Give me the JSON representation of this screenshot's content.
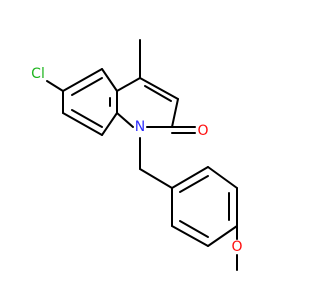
{
  "molecule": {
    "atoms": {
      "chlorine": {
        "text": "Cl",
        "color": "#1fb51f"
      },
      "ring_nitrogen": {
        "text": "N",
        "color": "#2f2fff"
      },
      "carbonyl_oxygen": {
        "text": "O",
        "color": "#ff0d0d"
      },
      "ether_oxygen": {
        "text": "O",
        "color": "#ff0d0d"
      }
    },
    "bond_color": "#000000"
  }
}
